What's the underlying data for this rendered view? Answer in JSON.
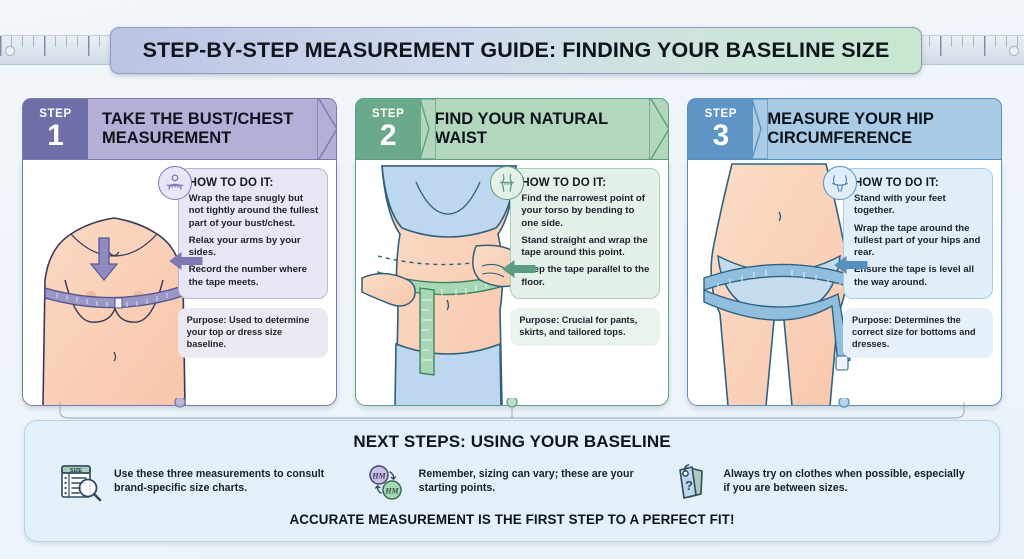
{
  "header": {
    "title": "STEP-BY-STEP MEASUREMENT GUIDE: FINDING YOUR BASELINE SIZE",
    "tape_icon": "measuring-tape-icon"
  },
  "steps": [
    {
      "step_word": "STEP",
      "number": "1",
      "title": "TAKE THE BUST/CHEST MEASUREMENT",
      "howto_title": "HOW TO DO IT:",
      "howto_lines": [
        "Wrap the tape snugly but not tightly around the fullest part of your bust/chest.",
        "Relax your arms by your sides.",
        "Record the number where the tape meets."
      ],
      "purpose_label": "Purpose:",
      "purpose_text": " Used to determine your top or dress size baseline.",
      "icon": "bust-measure-icon",
      "colors": {
        "badge": "#6e6fa8",
        "header": "#b3b0d8",
        "border": "#7b79ad",
        "panel": "#e8e6f4",
        "panel_border": "#b9b5d9",
        "purpose": "#ece9f3",
        "accent": "#7b78b4"
      }
    },
    {
      "step_word": "STEP",
      "number": "2",
      "title": "FIND YOUR NATURAL WAIST",
      "howto_title": "HOW TO DO IT:",
      "howto_lines": [
        "Find the narrowest point of your torso by bending to one side.",
        "Stand straight and wrap the tape around this point.",
        "Keep the tape parallel to the floor."
      ],
      "purpose_label": "Purpose:",
      "purpose_text": " Crucial for pants, skirts, and tailored tops.",
      "icon": "waist-measure-icon",
      "colors": {
        "badge": "#6aa98a",
        "header": "#b2d7bd",
        "border": "#5f9f83",
        "panel": "#e4f1e8",
        "panel_border": "#a8cfb6",
        "purpose": "#eaf3ec",
        "accent": "#5c9c80"
      }
    },
    {
      "step_word": "STEP",
      "number": "3",
      "title": "MEASURE YOUR HIP CIRCUMFERENCE",
      "howto_title": "HOW TO DO IT:",
      "howto_lines": [
        "Stand with your feet together.",
        "Wrap the tape around the fullest part of your hips and rear.",
        "Ensure the tape is level all the way around."
      ],
      "purpose_label": "Purpose:",
      "purpose_text": " Determines the correct size for bottoms and dresses.",
      "icon": "hip-measure-icon",
      "colors": {
        "badge": "#5f95c4",
        "header": "#a9cbe6",
        "border": "#5b90bd",
        "panel": "#dfeef9",
        "panel_border": "#a7cbe5",
        "purpose": "#e7f1f9",
        "accent": "#5790bd"
      }
    }
  ],
  "bottom": {
    "heading": "NEXT STEPS: USING YOUR BASELINE",
    "tips": [
      {
        "icon": "size-chart-search-icon",
        "icon_label": "SIZE",
        "text": "Use these three measurements to consult brand-specific size charts."
      },
      {
        "icon": "brand-variation-icon",
        "text": "Remember, sizing can vary; these are your starting points."
      },
      {
        "icon": "price-tag-question-icon",
        "text": "Always try on clothes when possible, especially if you are between sizes."
      }
    ],
    "footer": "ACCURATE MEASUREMENT IS THE FIRST STEP TO A PERFECT FIT!"
  }
}
